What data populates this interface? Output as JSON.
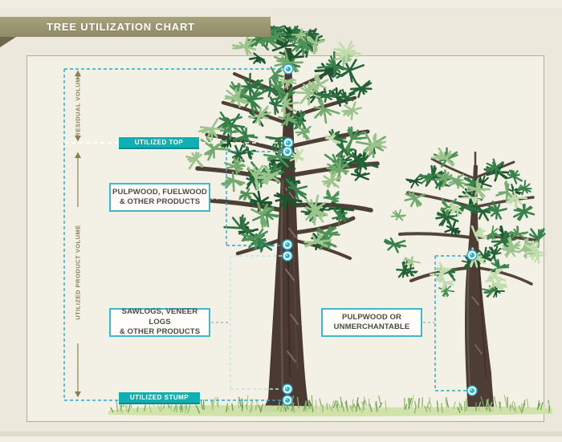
{
  "banner": {
    "title": "TREE UTILIZATION CHART"
  },
  "rulers": {
    "residual_volume": "RESIDUAL VOLUME",
    "utilized_product_volume": "UTILIZED PRODUCT VOLUME"
  },
  "badges": {
    "utilized_top": "UTILIZED TOP",
    "utilized_stump": "UTILIZED STUMP"
  },
  "callouts": {
    "pulpwood_fuelwood": {
      "line1": "PULPWOOD, FUELWOOD",
      "line2": "& OTHER PRODUCTS"
    },
    "sawlogs_veneer": {
      "line1": "SAWLOGS, VENEER LOGS",
      "line2": "& OTHER PRODUCTS"
    },
    "pulpwood_unmerchantable": {
      "line1": "PULPWOOD OR",
      "line2": "UNMERCHANTABLE"
    }
  },
  "colors": {
    "accent_teal": "#2ba7c6",
    "badge_teal": "#10afb1",
    "ribbon_olive": "#9c9872",
    "ruler_olive": "#8b8156",
    "background_cream": "#ece9dc",
    "foliage_dark_green": "#1c5530",
    "foliage_light_green": "#9cc48d",
    "trunk_brown": "#4a3a33"
  }
}
